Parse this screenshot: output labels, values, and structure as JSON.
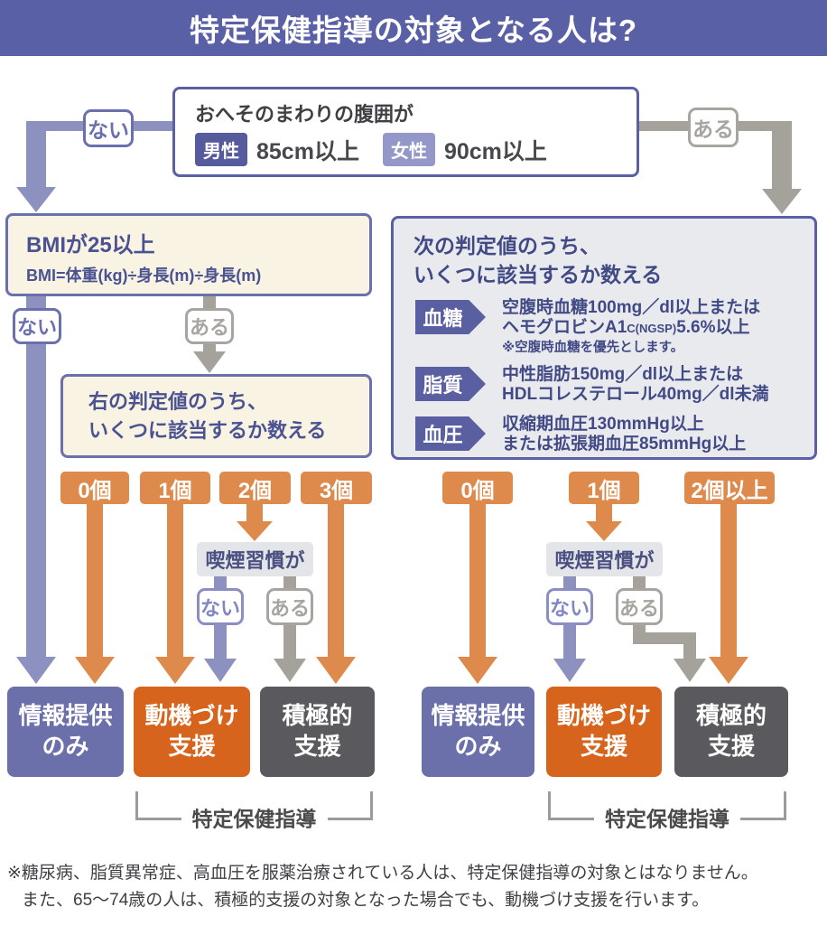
{
  "title": "特定保健指導の対象となる人は?",
  "waist_box": {
    "heading": "おへそのまわりの腹囲が",
    "male_label": "男性",
    "male_value": "85cm以上",
    "female_label": "女性",
    "female_value": "90cm以上"
  },
  "branch": {
    "no": "ない",
    "yes": "ある"
  },
  "bmi_box": {
    "title": "BMIが25以上",
    "formula": "BMI=体重(kg)÷身長(m)÷身長(m)"
  },
  "count_box_left": {
    "line1": "右の判定値のうち、",
    "line2": "いくつに該当するか数える"
  },
  "criteria_panel": {
    "title_line1": "次の判定値のうち、",
    "title_line2": "いくつに該当するか数える",
    "rows": [
      {
        "badge": "血糖",
        "line1": "空腹時血糖100mg／dl以上または",
        "line2_main": "ヘモグロビンA1",
        "line2_small": "C(NGSP)",
        "line2_tail": "5.6%以上",
        "note": "※空腹時血糖を優先とします。"
      },
      {
        "badge": "脂質",
        "line1": "中性脂肪150mg／dl以上または",
        "line2": "HDLコレステロール40mg／dl未満"
      },
      {
        "badge": "血圧",
        "line1": "収縮期血圧130mmHg以上",
        "line2": "または拡張期血圧85mmHg以上"
      }
    ]
  },
  "counts_left": [
    "0個",
    "1個",
    "2個",
    "3個"
  ],
  "counts_right": [
    "0個",
    "1個",
    "2個以上"
  ],
  "smoking_label": "喫煙習慣が",
  "results": {
    "info_line1": "情報提供",
    "info_line2": "のみ",
    "motivation_line1": "動機づけ",
    "motivation_line2": "支援",
    "active_line1": "積極的",
    "active_line2": "支援"
  },
  "bracket_label": "特定保健指導",
  "footnote_line1": "※糖尿病、脂質異常症、高血圧を服薬治療されている人は、特定保健指導の対象とはなりません。",
  "footnote_line2": "また、65〜74歳の人は、積極的支援の対象となった場合でも、動機づけ支援を行います。",
  "colors": {
    "header": "#5a60a5",
    "border_purple": "#6a6fae",
    "line_purple": "#8d91c0",
    "line_gray": "#a5a29c",
    "cream": "#f8f3e3",
    "panel_bg": "#e9eaee",
    "criteria_badge": "#5a5fa2",
    "count_orange": "#dd8a4c",
    "male_badge": "#565b9e",
    "female_badge": "#9498c8",
    "result_info": "#6b70ab",
    "result_motivation": "#d6641c",
    "result_active": "#5a5a5e",
    "text_navy": "#4a5292",
    "text_dark": "#3f3f44"
  }
}
